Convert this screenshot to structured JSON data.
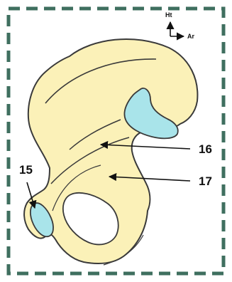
{
  "colors": {
    "frame": "#3f6f5f",
    "bone_fill": "#fbf1b8",
    "outline": "#3a3a3a",
    "cavity": "#a9e4ea",
    "hole": "#ffffff"
  },
  "orientation": {
    "up_label": "Ht",
    "right_label": "Ar"
  },
  "labels": {
    "label_15": "15",
    "label_16": "16",
    "label_17": "17"
  }
}
